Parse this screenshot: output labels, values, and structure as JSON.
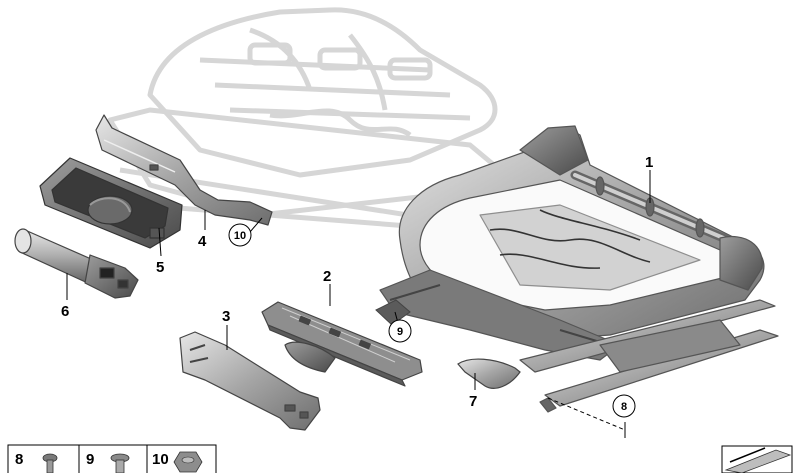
{
  "callouts": {
    "p1": "1",
    "p2": "2",
    "p3": "3",
    "p4": "4",
    "p5": "5",
    "p6": "6",
    "p7": "7",
    "p8": "8",
    "p9": "9",
    "p10": "10"
  },
  "legend": {
    "items": [
      "8",
      "9",
      "10"
    ]
  },
  "colors": {
    "ghost_part": "#d9d9d9",
    "part_mid": "#9a9a9a",
    "part_dark": "#5a5a5a",
    "line": "#000000"
  }
}
